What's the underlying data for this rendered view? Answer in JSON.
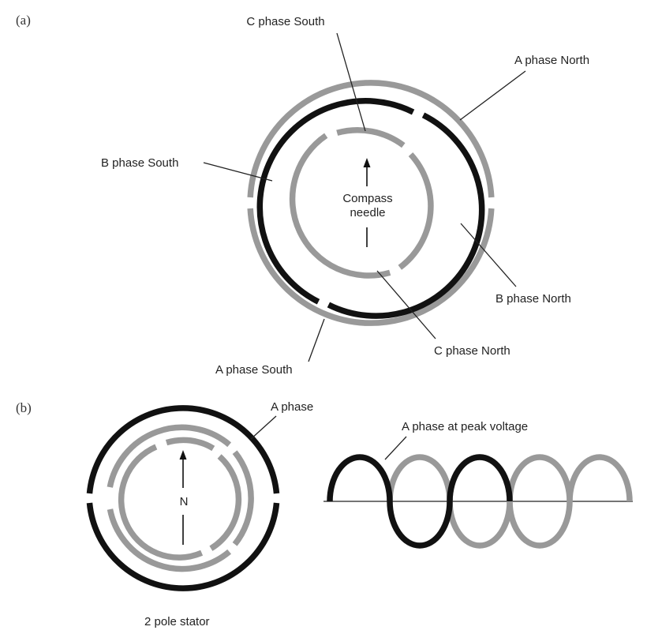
{
  "colors": {
    "dark": "#111111",
    "gray": "#999999"
  },
  "panel_a": {
    "tag": "(a)",
    "labels": {
      "c_south": "C phase South",
      "a_north": "A phase North",
      "b_south": "B phase South",
      "compass_line1": "Compass",
      "compass_line2": "needle",
      "b_north": "B phase North",
      "c_north": "C phase North",
      "a_south": "A phase South"
    }
  },
  "panel_b": {
    "tag": "(b)",
    "labels": {
      "a_phase": "A phase",
      "needle_n": "N",
      "stator": "2 pole stator",
      "peak": "A phase at peak voltage"
    }
  }
}
